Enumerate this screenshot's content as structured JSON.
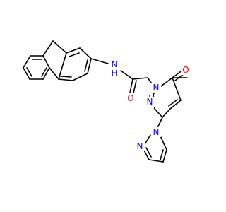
{
  "molecule": {
    "atoms": [
      {
        "id": "n_amide",
        "element": "N",
        "label_main": "N",
        "label_sub": "H",
        "color": "#0000ff"
      },
      {
        "id": "o_amide",
        "element": "O",
        "label_main": "O",
        "label_sub": "",
        "color": "#ff0000"
      },
      {
        "id": "o_ring",
        "element": "O",
        "label_main": "O",
        "label_sub": "",
        "color": "#ff0000"
      },
      {
        "id": "n1",
        "element": "N",
        "label_main": "N",
        "label_sub": "",
        "color": "#0000ff"
      },
      {
        "id": "n2",
        "element": "N",
        "label_main": "N",
        "label_sub": "",
        "color": "#0000ff"
      },
      {
        "id": "n_pz1",
        "element": "N",
        "label_main": "N",
        "label_sub": "",
        "color": "#0000ff"
      },
      {
        "id": "n_pz2",
        "element": "N",
        "label_main": "N",
        "label_sub": "",
        "color": "#0000ff"
      }
    ]
  }
}
